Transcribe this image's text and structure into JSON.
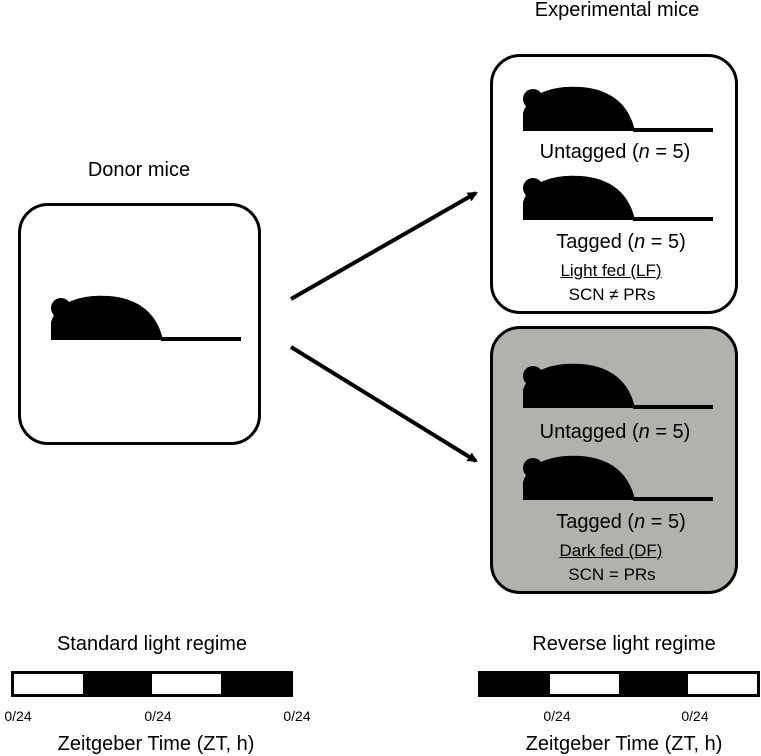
{
  "experimental": {
    "title": "Experimental mice",
    "lf": {
      "untagged_prefix": "Untagged (",
      "untagged_n": "n",
      "untagged_suffix": " = 5)",
      "tagged_prefix": "Tagged (",
      "tagged_n": "n",
      "tagged_suffix": " = 5)",
      "group_label": "Light fed (LF)",
      "condition": "SCN ≠ PRs"
    },
    "df": {
      "untagged_prefix": "Untagged (",
      "untagged_n": "n",
      "untagged_suffix": " = 5)",
      "tagged_prefix": "Tagged (",
      "tagged_n": "n",
      "tagged_suffix": " = 5)",
      "group_label": "Dark fed (DF)",
      "condition": "SCN = PRs"
    }
  },
  "donor": {
    "title": "Donor mice"
  },
  "standard": {
    "title": "Standard light regime",
    "ticks": [
      "0/24",
      "0/24",
      "0/24"
    ],
    "axis_label": "Zeitgeber Time (ZT, h)",
    "segments": [
      "light",
      "dark",
      "light",
      "dark"
    ]
  },
  "reverse": {
    "title": "Reverse light regime",
    "ticks": [
      "0/24",
      "0/24"
    ],
    "axis_label": "Zeitgeber Time (ZT, h)",
    "segments": [
      "dark",
      "light",
      "dark",
      "light"
    ]
  },
  "colors": {
    "df_box_fill": "#b3b1ae",
    "light_fill": "#ffffff",
    "dark_fill": "#000000"
  }
}
